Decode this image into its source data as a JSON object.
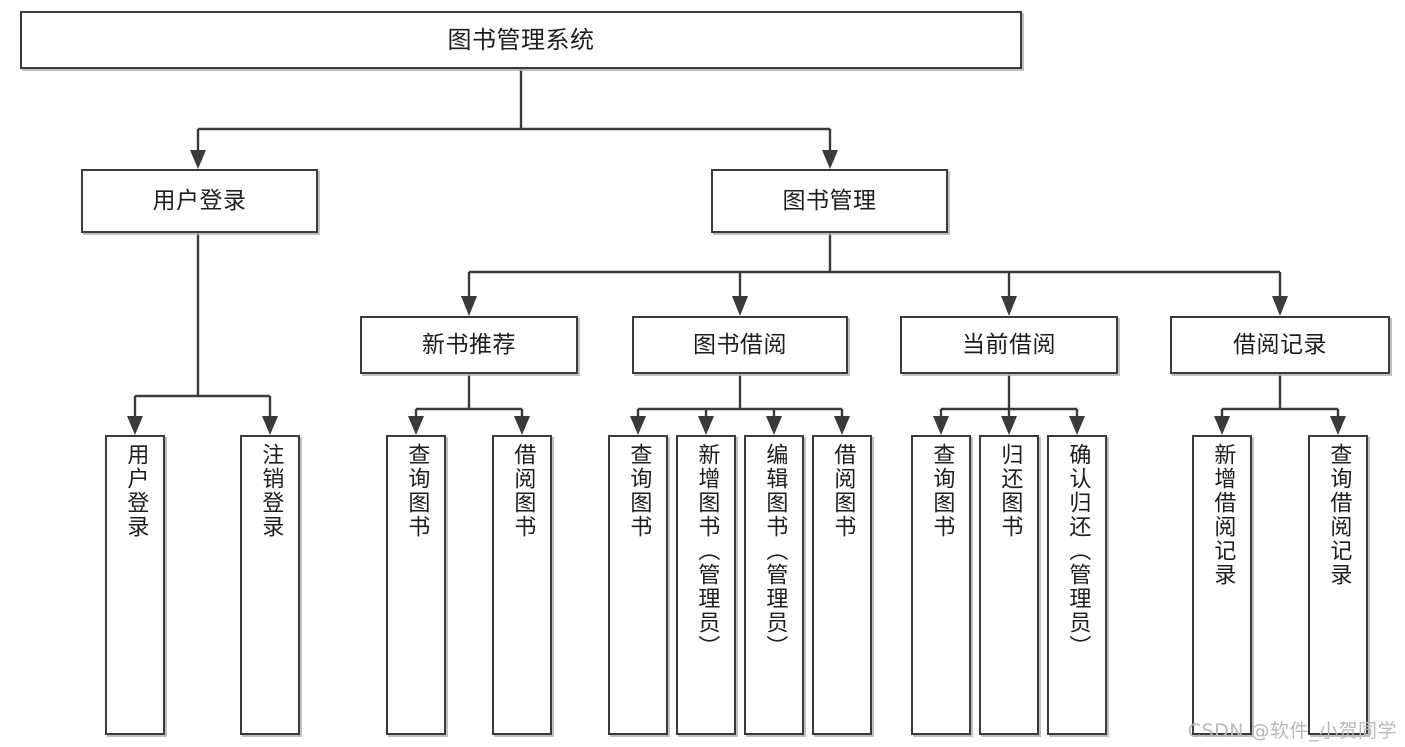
{
  "diagram": {
    "type": "tree",
    "title": "图书管理系统",
    "orientation": "top-down",
    "theme": {
      "background": "#ffffff",
      "box_fill": "#ffffff",
      "box_stroke": "#3a3a3a",
      "text_color": "#1d1d1d",
      "watermark_color": "#b9b9b9"
    },
    "root": {
      "label": "图书管理系统"
    },
    "level2": [
      {
        "id": "user-login",
        "label": "用户登录"
      },
      {
        "id": "book-manage",
        "label": "图书管理"
      }
    ],
    "level3": [
      {
        "id": "new-book-rec",
        "label": "新书推荐",
        "parent": "book-manage"
      },
      {
        "id": "book-borrow",
        "label": "图书借阅",
        "parent": "book-manage"
      },
      {
        "id": "current-borrow",
        "label": "当前借阅",
        "parent": "book-manage"
      },
      {
        "id": "borrow-record",
        "label": "借阅记录",
        "parent": "book-manage"
      }
    ],
    "leaves": {
      "user-login": [
        {
          "id": "leaf-user-login",
          "label": "用户登录"
        },
        {
          "id": "leaf-user-logout",
          "label": "注销登录"
        }
      ],
      "new-book-rec": [
        {
          "id": "leaf-query-book-1",
          "label": "查询图书"
        },
        {
          "id": "leaf-borrow-book-1",
          "label": "借阅图书"
        }
      ],
      "book-borrow": [
        {
          "id": "leaf-query-book-2",
          "label": "查询图书"
        },
        {
          "id": "leaf-add-book",
          "label": "新增图书（管理员）"
        },
        {
          "id": "leaf-edit-book",
          "label": "编辑图书（管理员）"
        },
        {
          "id": "leaf-borrow-book-2",
          "label": "借阅图书"
        }
      ],
      "current-borrow": [
        {
          "id": "leaf-query-book-3",
          "label": "查询图书"
        },
        {
          "id": "leaf-return-book",
          "label": "归还图书"
        },
        {
          "id": "leaf-confirm-return",
          "label": "确认归还（管理员）"
        }
      ],
      "borrow-record": [
        {
          "id": "leaf-add-record",
          "label": "新增借阅记录"
        },
        {
          "id": "leaf-query-record",
          "label": "查询借阅记录"
        }
      ]
    }
  },
  "watermark": {
    "text": "CSDN @软件_小贺同学"
  }
}
